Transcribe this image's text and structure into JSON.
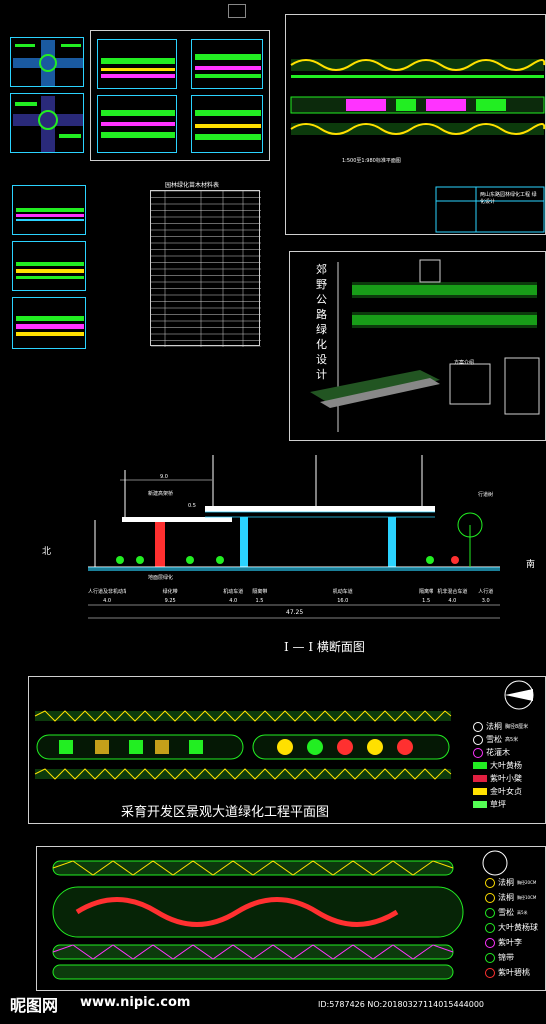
{
  "panel_a": {
    "table_title": "园林绿化苗木材料表"
  },
  "panel_b": {
    "sheet_caption": "1:500至1:980标准平面图",
    "title_block": "两山东路园林绿化工程 绿化设计"
  },
  "panel_c": {
    "vertical_title": [
      "郊",
      "野",
      "公",
      "路",
      "绿",
      "化",
      "设",
      "计"
    ],
    "sub_caption": "方案介绍"
  },
  "section": {
    "north": "北",
    "south": "南",
    "title": "I — I 横断面图",
    "top_labels": {
      "width_top": "9.0",
      "elevated_label": "新建高架桥",
      "small": "0.5",
      "right_label": "行道树"
    },
    "bottom_zones": [
      "人行道及非机动车道",
      "绿化带",
      "机动车道",
      "隔离带",
      "机动车道",
      "隔离带",
      "机非混合车道",
      "人行道"
    ],
    "bottom_dims": [
      "4.0",
      "9.25",
      "4.0",
      "1.5",
      "16.0",
      "1.5",
      "4.0",
      "3.0"
    ],
    "total": "47.25",
    "zone_left": "地面层绿化"
  },
  "plan1": {
    "title": "采育开发区景观大道绿化工程平面图",
    "legend": [
      {
        "label": "法桐",
        "note": "胸径8厘米",
        "color": "#ffffff"
      },
      {
        "label": "雪松",
        "note": "高5米",
        "color": "#ffffff"
      },
      {
        "label": "花灌木",
        "note": "",
        "color": "#ff33ff"
      },
      {
        "label": "大叶黄杨",
        "note": "",
        "color": "#22ee22"
      },
      {
        "label": "紫叶小檗",
        "note": "",
        "color": "#e02040"
      },
      {
        "label": "金叶女贞",
        "note": "",
        "color": "#ffe000"
      },
      {
        "label": "草坪",
        "note": "",
        "color": "#55ff55"
      }
    ]
  },
  "plan2": {
    "legend": [
      {
        "label": "法桐",
        "note": "胸径20CM"
      },
      {
        "label": "法桐",
        "note": "胸径10CM"
      },
      {
        "label": "雪松",
        "note": "高5米"
      },
      {
        "label": "大叶黄杨球",
        "note": ""
      },
      {
        "label": "紫叶李",
        "note": ""
      },
      {
        "label": "锦带",
        "note": ""
      },
      {
        "label": "紫叶碧桃",
        "note": ""
      }
    ]
  },
  "footer": {
    "logo": "昵图网",
    "url": "www.nipic.com",
    "id_text": "ID:5787426 NO:20180327114015444000"
  },
  "colors": {
    "green": "#22ee22",
    "yellow": "#ffe000",
    "magenta": "#ff33ff",
    "cyan": "#2bd3ff",
    "red": "#ff3030"
  }
}
